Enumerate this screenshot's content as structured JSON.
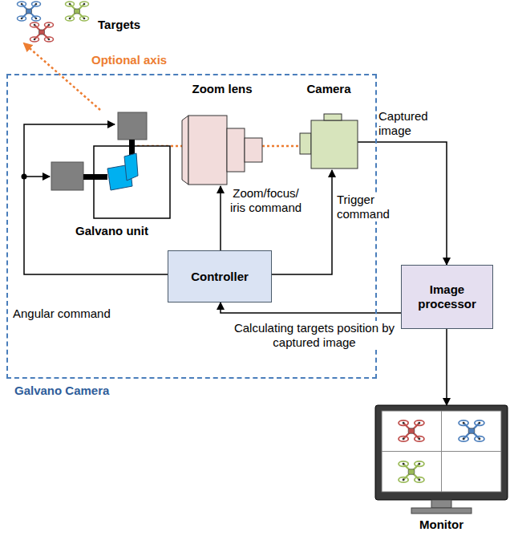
{
  "diagram": {
    "nodes": [
      {
        "text": [
          "Targets"
        ]
      },
      {
        "text": [
          "Galvano Camera"
        ]
      },
      {
        "text": [
          "Galvano unit"
        ],
        "in": 1
      },
      {
        "text": [
          "Zoom lens"
        ],
        "in": 1
      },
      {
        "text": [
          "Camera"
        ],
        "in": 1
      },
      {
        "text": [
          "Controller"
        ],
        "in": 1
      },
      {
        "text": [
          "Image processor"
        ]
      },
      {
        "text": [
          "Monitor"
        ]
      }
    ],
    "edges": [
      {
        "from": 4,
        "to": 6,
        "label": "Captured image",
        "arrow": "to"
      },
      {
        "from": 5,
        "to": 3,
        "label": "Zoom/focus/ iris command",
        "arrow": "to"
      },
      {
        "from": 5,
        "to": 4,
        "label": "Trigger command",
        "arrow": "to"
      },
      {
        "from": 5,
        "to": 2,
        "label": "Angular command",
        "arrow": "to"
      },
      {
        "from": 6,
        "to": 5,
        "label": "Calculating targets position by captured image",
        "arrow": "to"
      },
      {
        "from": 6,
        "to": 7,
        "arrow": "to"
      },
      {
        "from": 2,
        "to": 0,
        "label": "Optional axis",
        "arrow": "to"
      }
    ]
  }
}
